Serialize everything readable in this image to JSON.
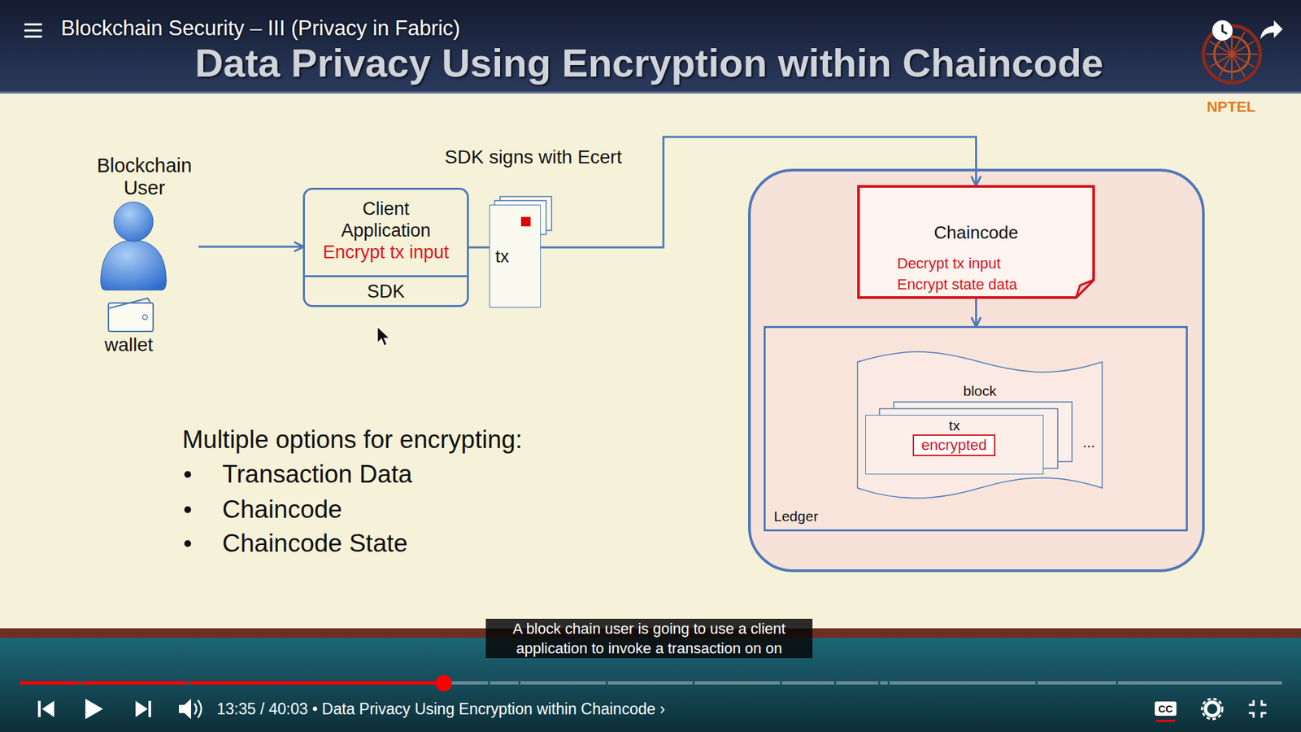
{
  "diagram": {
    "title": "Data Privacy Using Encryption within Chaincode",
    "nodes": [
      {
        "text": [
          "Blockchain User"
        ]
      },
      {
        "text": [
          "Client Application",
          "Encrypt tx input"
        ]
      },
      {
        "text": [
          "SDK"
        ],
        "in": 1
      },
      {
        "text": [
          "tx"
        ]
      },
      {
        "text": [
          "Chaincode",
          "Decrypt tx input",
          "Encrypt state data"
        ]
      },
      {
        "text": [
          "Ledger"
        ]
      },
      {
        "text": [
          "block"
        ],
        "in": 5
      },
      {
        "text": [
          "tx"
        ],
        "in": 6
      },
      {
        "text": [
          "encrypted"
        ],
        "in": 7
      }
    ],
    "edges": [
      {
        "from": 0,
        "to": 1,
        "arrow": "to"
      },
      {
        "from": 1,
        "to": 4,
        "arrow": "to"
      },
      {
        "from": 4,
        "to": 5,
        "arrow": "to"
      }
    ],
    "labels": [
      "Blockchain Security – III (Privacy in Fabric)",
      "NPTEL",
      "wallet",
      "SDK signs with Ecert",
      "...",
      "Multiple options for encrypting:",
      "Transaction Data",
      "Chaincode",
      "Chaincode State",
      "A block chain user is going to use a client application to invoke a transaction on on",
      "13:35 / 40:03 • Data Privacy Using Encryption within Chaincode ›",
      "CC"
    ]
  }
}
